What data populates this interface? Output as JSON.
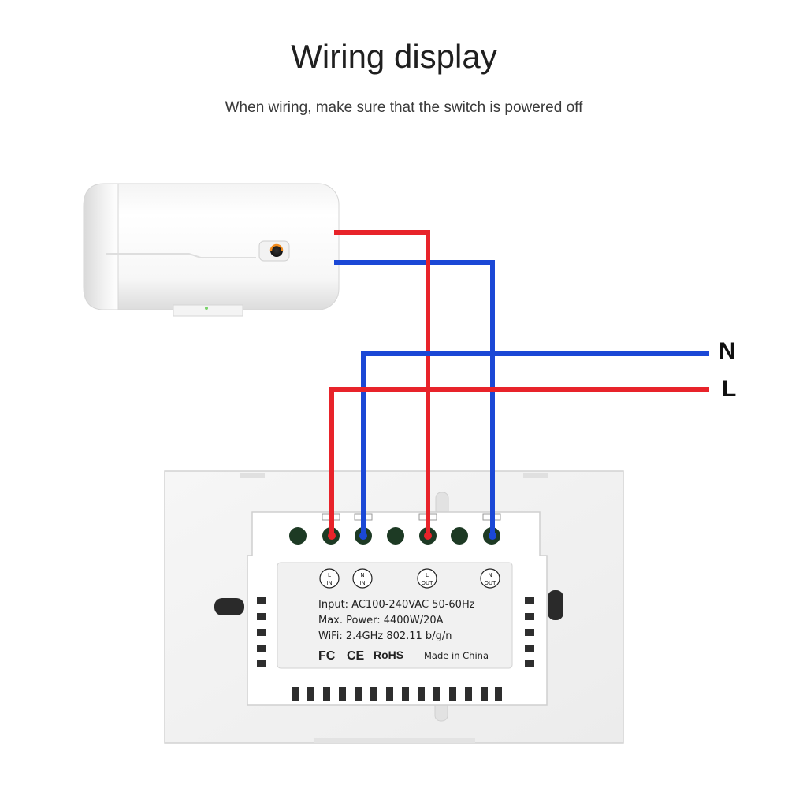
{
  "header": {
    "title": "Wiring display",
    "subtitle": "When wiring, make sure that the switch is powered off"
  },
  "wires": {
    "n_label": "N",
    "l_label": "L",
    "colors": {
      "live": "#e8232a",
      "neutral": "#1b48d6"
    }
  },
  "terminals": {
    "l_in": {
      "top": "L",
      "bottom": "IN"
    },
    "n_in": {
      "top": "N",
      "bottom": "IN"
    },
    "l_out": {
      "top": "L",
      "bottom": "OUT"
    },
    "n_out": {
      "top": "N",
      "bottom": "OUT"
    }
  },
  "label": {
    "input": "Input: AC100-240VAC 50-60Hz",
    "power": "Max. Power: 4400W/20A",
    "wifi": "WiFi: 2.4GHz 802.11 b/g/n",
    "fc": "FC",
    "ce": "CE",
    "rohs": "RoHS",
    "made_in": "Made in China"
  }
}
